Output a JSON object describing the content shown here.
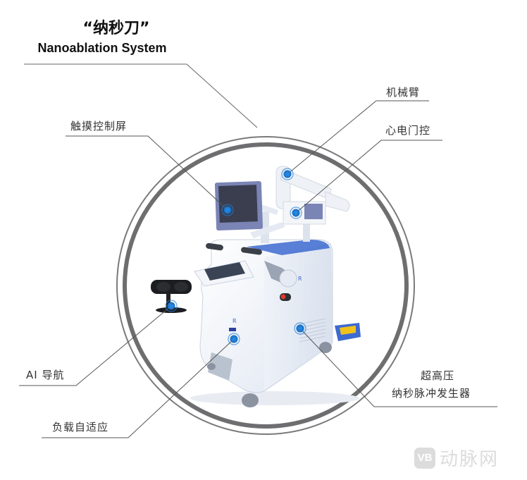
{
  "title": {
    "cn": "“纳秒刀”",
    "en": "Nanoablation System"
  },
  "callouts": [
    {
      "id": "touch-screen",
      "label": "触摸控制屏"
    },
    {
      "id": "robotic-arm",
      "label": "机械臂"
    },
    {
      "id": "ecg-gating",
      "label": "心电门控"
    },
    {
      "id": "ai-navigation",
      "label": "AI 导航"
    },
    {
      "id": "load-adaptive",
      "label": "负载自适应"
    },
    {
      "id": "pulse-generator",
      "label_line1": "超高压",
      "label_line2": "纳秒脉冲发生器"
    }
  ],
  "colors": {
    "ring": "#6e6e70",
    "line": "#555555",
    "marker": "#1f7fd6",
    "device_body": "#eef2f8",
    "device_accent": "#3d6ad0"
  },
  "watermark": {
    "logo": "VB",
    "text": "动脉网"
  }
}
